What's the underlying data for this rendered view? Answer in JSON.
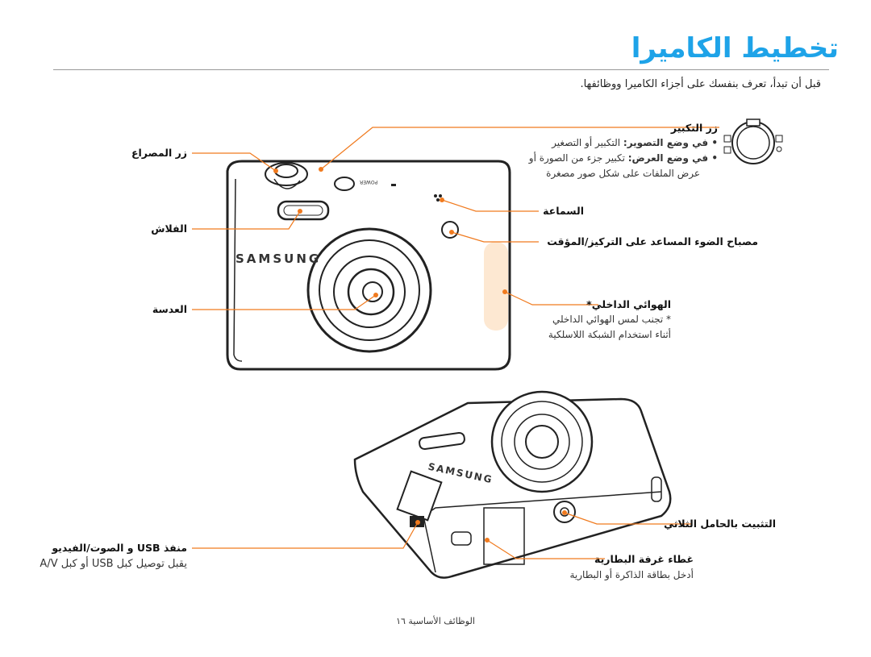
{
  "page": {
    "title": "تخطيط الكاميرا",
    "intro": "قبل أن تبدأ، تعرف بنفسك على أجزاء الكاميرا ووظائفها."
  },
  "labels": {
    "zoom_button": "زر التكبير",
    "zoom_line1_head": "• في وضع التصوير:",
    "zoom_line1_body": " التكبير أو التصغير",
    "zoom_line2_head": "• في وضع العرض:",
    "zoom_line2_body": " تكبير جزء من الصورة أو",
    "zoom_line3": "عرض الملفات على شكل صور مصغرة",
    "shutter_button": "زر المصراع",
    "speaker": "السماعة",
    "flash": "الفلاش",
    "af_lamp": "مصباح الضوء المساعد على التركيز/المؤقت",
    "antenna_title": "الهوائي الداخلي*",
    "antenna_line1": "* تجنب لمس الهوائي الداخلي",
    "antenna_line2": "أثناء استخدام الشبكة اللاسلكية",
    "lens": "العدسة",
    "tripod": "التثبيت بالحامل الثلاثي",
    "usb_port": "منفذ USB و الصوت/الفيديو",
    "usb_desc": "يقبل توصيل كبل USB أو كبل A/V",
    "battery_cover": "غطاء غرفة البطارية",
    "battery_desc": "أدخل بطاقة الذاكرة أو البطارية"
  },
  "camera": {
    "brand": "SAMSUNG",
    "power_label": "POWER"
  },
  "footer": {
    "section": "الوظائف الأساسية",
    "page_number": "١٦"
  },
  "colors": {
    "accent": "#1ea3e8",
    "callout": "#f07a1e"
  }
}
